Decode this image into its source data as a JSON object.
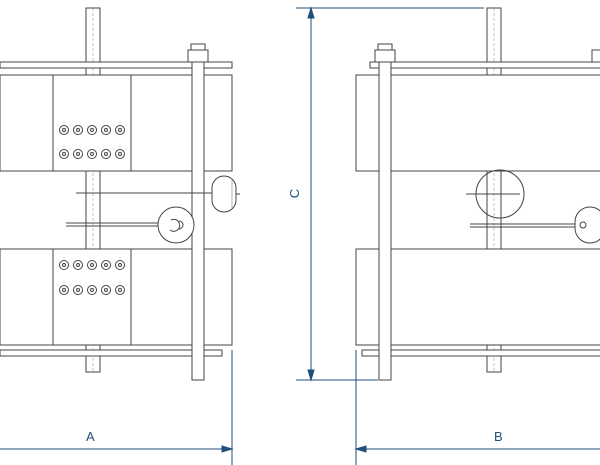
{
  "colors": {
    "line": "#444444",
    "dimension": "#1f4e79",
    "fill": "#ffffff"
  },
  "dimensions": {
    "a_label": "A",
    "b_label": "B",
    "c_label": "C"
  }
}
